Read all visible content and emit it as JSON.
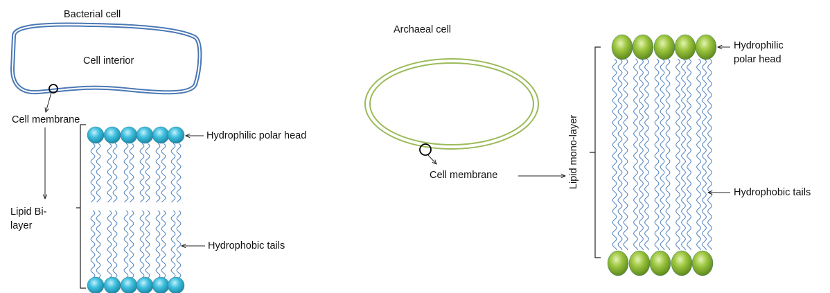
{
  "bacterial": {
    "title": "Bacterial cell",
    "interior": "Cell interior",
    "membrane": "Cell membrane",
    "bilayer_line1": "Lipid Bi-",
    "bilayer_line2": "layer",
    "head_label": "Hydrophilic polar head",
    "tails_label": "Hydrophobic tails",
    "head_color": "#35b6d6"
  },
  "archaeal": {
    "title": "Archaeal cell",
    "membrane": "Cell membrane",
    "monolayer": "Lipid mono-layer",
    "head_line1": "Hydrophilic",
    "head_line2": "polar head",
    "tails_label": "Hydrophobic tails",
    "head_color": "#8dbb35"
  },
  "colors": {
    "bacterial_outline": "#4a78b5",
    "archaeal_outline": "#9bbb59",
    "tail": "#4f81bd"
  }
}
